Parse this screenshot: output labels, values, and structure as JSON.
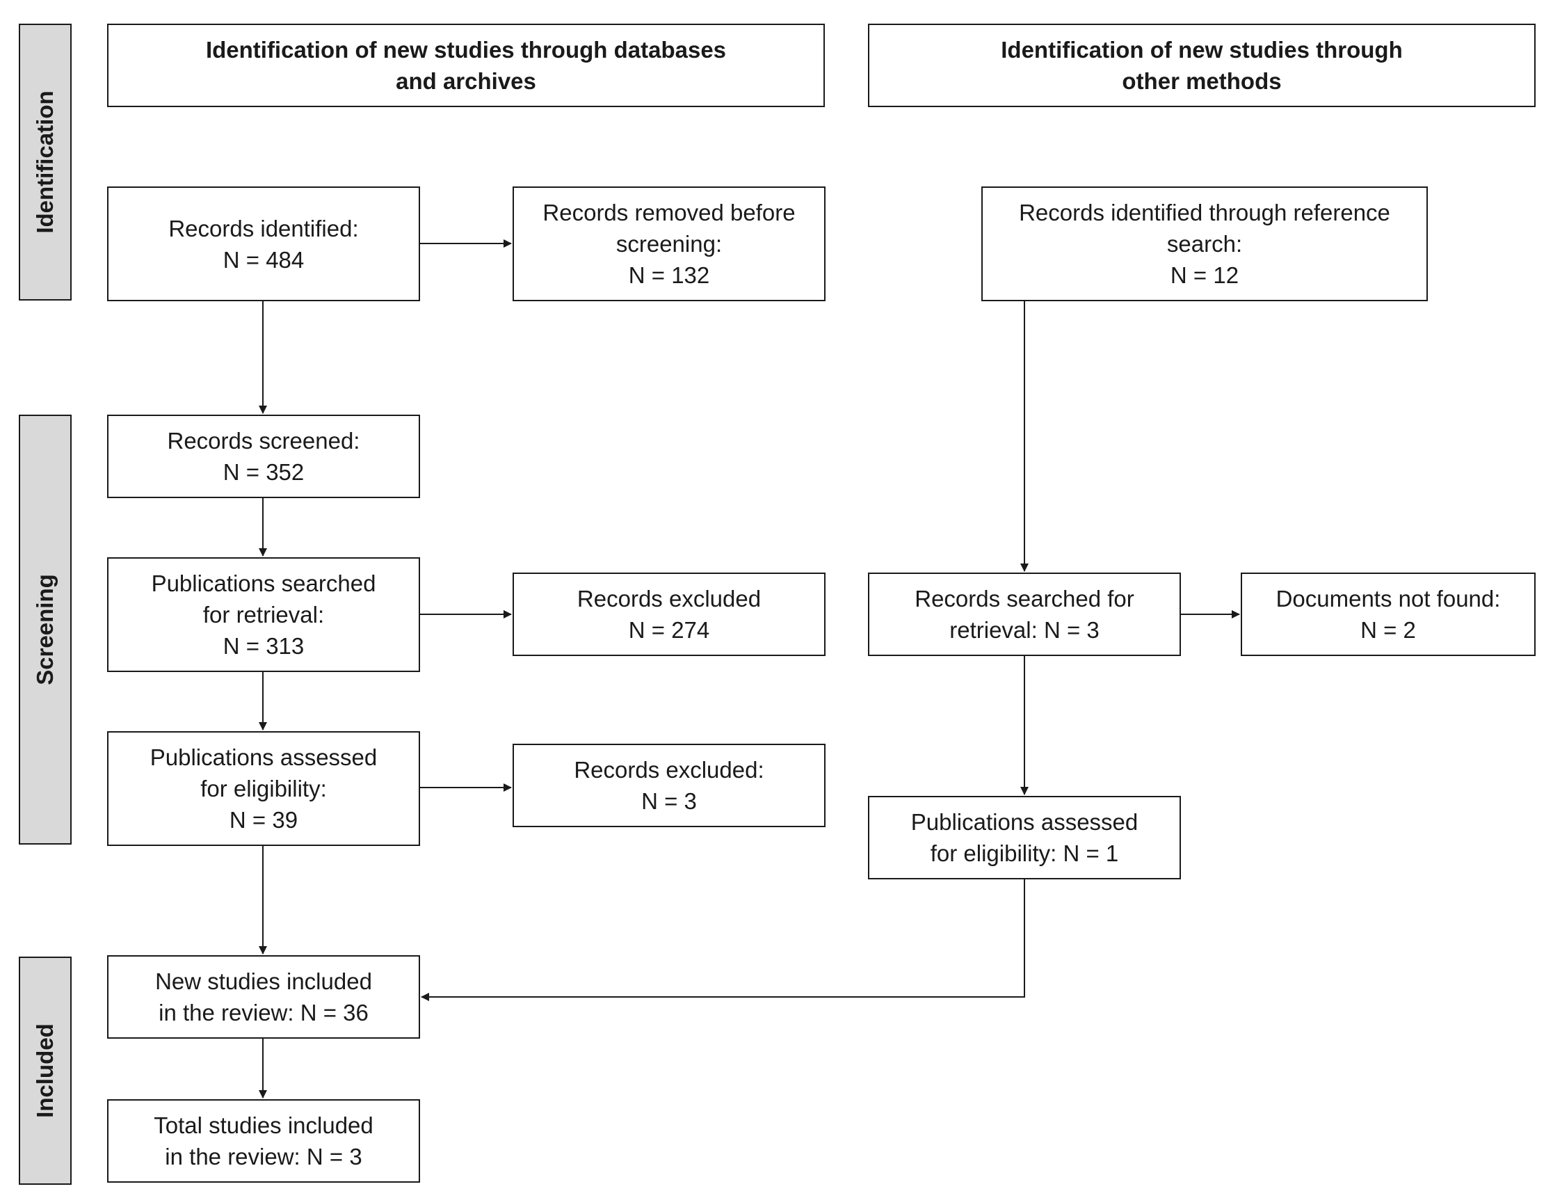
{
  "stages": {
    "identification": "Identification",
    "screening": "Screening",
    "included": "Included"
  },
  "headers": {
    "databases": [
      "Identification of new studies through databases",
      "and archives"
    ],
    "other": [
      "Identification of new studies through",
      "other methods"
    ]
  },
  "boxes": {
    "records_identified": [
      "Records identified:",
      "N = 484"
    ],
    "records_removed": [
      "Records removed before",
      "screening:",
      "N = 132"
    ],
    "records_reference": [
      "Records identified through reference",
      "search:",
      "N = 12"
    ],
    "records_screened": [
      "Records screened:",
      "N = 352"
    ],
    "pubs_searched": [
      "Publications searched",
      "for retrieval:",
      "N = 313"
    ],
    "records_excluded_274": [
      "Records excluded",
      "N = 274"
    ],
    "records_searched_other": [
      "Records searched for",
      "retrieval: N = 3"
    ],
    "documents_not_found": [
      "Documents not found:",
      "N = 2"
    ],
    "pubs_assessed": [
      "Publications assessed",
      "for eligibility:",
      "N = 39"
    ],
    "records_excluded_3": [
      "Records excluded:",
      "N = 3"
    ],
    "pubs_assessed_other": [
      "Publications assessed",
      "for eligibility: N = 1"
    ],
    "new_studies": [
      "New studies included",
      "in the review: N = 36"
    ],
    "total_studies": [
      "Total studies included",
      "in the review: N = 3"
    ]
  }
}
